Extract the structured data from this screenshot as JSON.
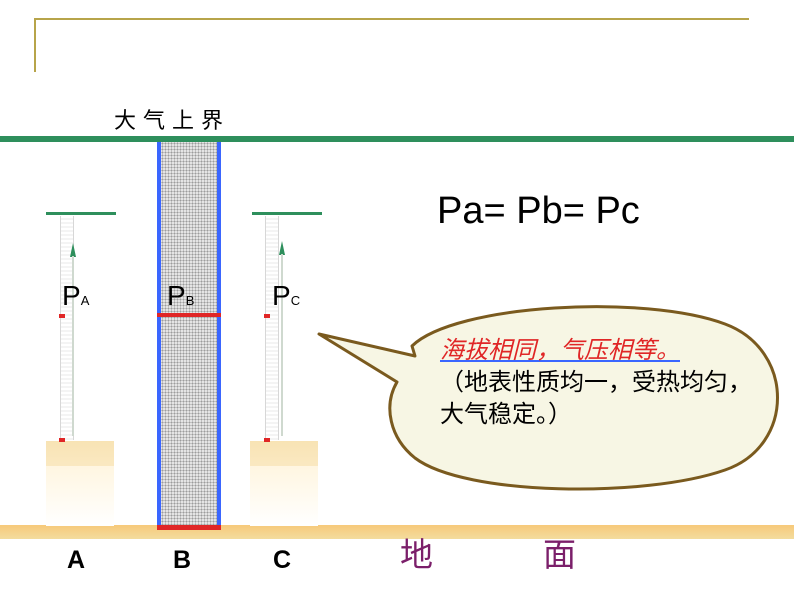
{
  "top_label": "大 气 上 界",
  "equation": "Pa= Pb= Pc",
  "columns": [
    {
      "letter": "A",
      "p": "P",
      "sub": "A"
    },
    {
      "letter": "B",
      "p": "P",
      "sub": "B"
    },
    {
      "letter": "C",
      "p": "P",
      "sub": "C"
    }
  ],
  "callout": {
    "line1": "海拔相同，气压相等。",
    "line2": "（地表性质均一，受热均匀，大气稳定。）"
  },
  "ground_label": {
    "left": "地",
    "right": "面"
  },
  "colors": {
    "frame": "#b7a44a",
    "top_line": "#2e8f5c",
    "column_border": "#3a66ff",
    "pressure_mark": "#e02626",
    "ground_text": "#7b1f6a",
    "bubble_fill": "#f7f6e4",
    "bubble_stroke": "#7a5a1e"
  }
}
